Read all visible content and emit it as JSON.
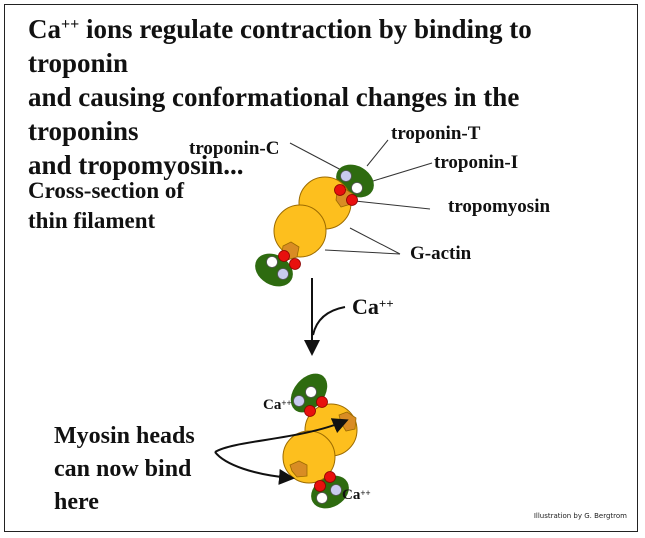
{
  "title": {
    "prefix": "Ca",
    "superscript": "++",
    "line1_rest": " ions regulate contraction by binding to troponin",
    "line2": "and causing conformational changes in the troponins",
    "line3": "and tropomyosin..."
  },
  "cross_section_label": {
    "line1": "Cross-section of",
    "line2": "thin filament"
  },
  "labels": {
    "troponin_c": "troponin-C",
    "troponin_t": "troponin-T",
    "troponin_i": "troponin-I",
    "tropomyosin": "tropomyosin",
    "g_actin": "G-actin"
  },
  "calcium_arrow": {
    "base": "Ca",
    "superscript": "++"
  },
  "bound_calcium": [
    {
      "base": "Ca",
      "superscript": "++"
    },
    {
      "base": "Ca",
      "superscript": "++"
    }
  ],
  "myosin_label": {
    "line1": "Myosin heads",
    "line2": "can now bind",
    "line3": "here"
  },
  "credit": "Illustration by G. Bergtrom",
  "colors": {
    "actin": "#FDBF1E",
    "actin_stroke": "#9C6B00",
    "binding_site": "#D98C24",
    "troponin": "#2E6B10",
    "tropomyosin_dot": "#E8100E",
    "troponin_c_dot": "#C9CBF0",
    "troponin_i_dot": "#FFFFFF"
  }
}
